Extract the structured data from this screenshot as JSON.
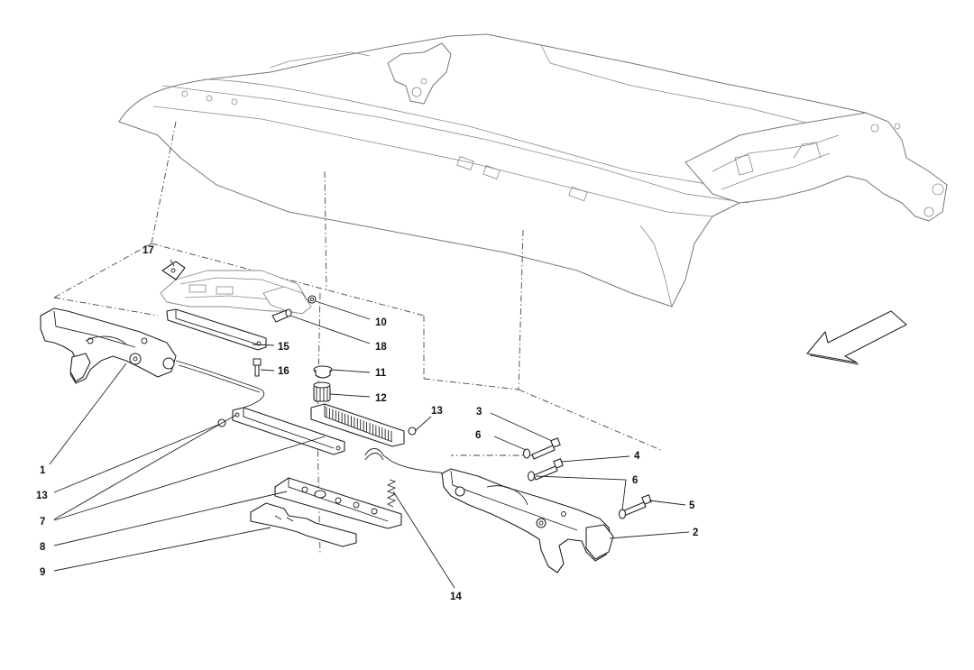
{
  "diagram": {
    "parts": [
      {
        "id": "p1",
        "number": "1"
      },
      {
        "id": "p2",
        "number": "2"
      },
      {
        "id": "p3",
        "number": "3"
      },
      {
        "id": "p4",
        "number": "4"
      },
      {
        "id": "p5",
        "number": "5"
      },
      {
        "id": "p6a",
        "number": "6"
      },
      {
        "id": "p6b",
        "number": "6"
      },
      {
        "id": "p7",
        "number": "7"
      },
      {
        "id": "p8",
        "number": "8"
      },
      {
        "id": "p9",
        "number": "9"
      },
      {
        "id": "p10",
        "number": "10"
      },
      {
        "id": "p11",
        "number": "11"
      },
      {
        "id": "p12",
        "number": "12"
      },
      {
        "id": "p13a",
        "number": "13"
      },
      {
        "id": "p13b",
        "number": "13"
      },
      {
        "id": "p14",
        "number": "14"
      },
      {
        "id": "p15",
        "number": "15"
      },
      {
        "id": "p16",
        "number": "16"
      },
      {
        "id": "p17",
        "number": "17"
      },
      {
        "id": "p18",
        "number": "18"
      }
    ],
    "direction_arrow_icon": "front-direction-arrow-icon"
  }
}
